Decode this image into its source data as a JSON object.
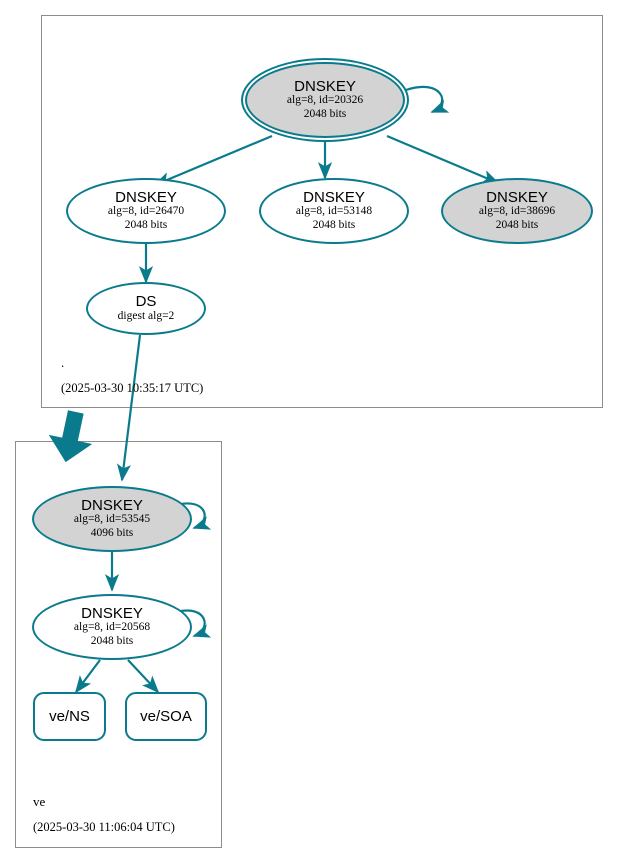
{
  "diagram": {
    "type": "dnssec-authentication-chain",
    "accent_color": "#0a7b8c",
    "shaded_fill": "#d3d3d3",
    "box_border": "#8c8c8c"
  },
  "zones": [
    {
      "id": "root",
      "label": ".",
      "timestamp": "(2025-03-30 10:35:17 UTC)",
      "nodes": [
        {
          "id": "ksk-20326",
          "kind": "DNSKEY",
          "title": "DNSKEY",
          "line2": "alg=8, id=20326",
          "line3": "2048 bits",
          "shaded": true,
          "double_border": true,
          "self_loop": true
        },
        {
          "id": "zsk-26470",
          "kind": "DNSKEY",
          "title": "DNSKEY",
          "line2": "alg=8, id=26470",
          "line3": "2048 bits",
          "shaded": false,
          "double_border": false,
          "self_loop": false
        },
        {
          "id": "zsk-53148",
          "kind": "DNSKEY",
          "title": "DNSKEY",
          "line2": "alg=8, id=53148",
          "line3": "2048 bits",
          "shaded": false,
          "double_border": false,
          "self_loop": false
        },
        {
          "id": "zsk-38696",
          "kind": "DNSKEY",
          "title": "DNSKEY",
          "line2": "alg=8, id=38696",
          "line3": "2048 bits",
          "shaded": true,
          "double_border": false,
          "self_loop": false
        },
        {
          "id": "ds-2",
          "kind": "DS",
          "title": "DS",
          "line2": "digest alg=2",
          "line3": "",
          "shaded": false,
          "double_border": false,
          "self_loop": false
        }
      ]
    },
    {
      "id": "ve",
      "label": "ve",
      "timestamp": "(2025-03-30 11:06:04 UTC)",
      "nodes": [
        {
          "id": "ve-ksk-53545",
          "kind": "DNSKEY",
          "title": "DNSKEY",
          "line2": "alg=8, id=53545",
          "line3": "4096 bits",
          "shaded": true,
          "double_border": false,
          "self_loop": true
        },
        {
          "id": "ve-zsk-20568",
          "kind": "DNSKEY",
          "title": "DNSKEY",
          "line2": "alg=8, id=20568",
          "line3": "2048 bits",
          "shaded": false,
          "double_border": false,
          "self_loop": true
        },
        {
          "id": "ve-ns",
          "kind": "RRSET",
          "title": "ve/NS",
          "line2": "",
          "line3": "",
          "shaded": false,
          "double_border": false,
          "self_loop": false
        },
        {
          "id": "ve-soa",
          "kind": "RRSET",
          "title": "ve/SOA",
          "line2": "",
          "line3": "",
          "shaded": false,
          "double_border": false,
          "self_loop": false
        }
      ]
    }
  ],
  "edges": [
    {
      "from": "ksk-20326",
      "to": "zsk-26470",
      "kind": "rrsig"
    },
    {
      "from": "ksk-20326",
      "to": "zsk-53148",
      "kind": "rrsig"
    },
    {
      "from": "ksk-20326",
      "to": "zsk-38696",
      "kind": "rrsig"
    },
    {
      "from": "ksk-20326",
      "to": "ksk-20326",
      "kind": "self-sign"
    },
    {
      "from": "zsk-26470",
      "to": "ds-2",
      "kind": "rrsig"
    },
    {
      "from": "ds-2",
      "to": "ve-ksk-53545",
      "kind": "delegation"
    },
    {
      "from": "root",
      "to": "ve",
      "kind": "zone-delegation"
    },
    {
      "from": "ve-ksk-53545",
      "to": "ve-zsk-20568",
      "kind": "rrsig"
    },
    {
      "from": "ve-ksk-53545",
      "to": "ve-ksk-53545",
      "kind": "self-sign"
    },
    {
      "from": "ve-zsk-20568",
      "to": "ve-zsk-20568",
      "kind": "self-sign"
    },
    {
      "from": "ve-zsk-20568",
      "to": "ve-ns",
      "kind": "rrsig"
    },
    {
      "from": "ve-zsk-20568",
      "to": "ve-soa",
      "kind": "rrsig"
    }
  ]
}
